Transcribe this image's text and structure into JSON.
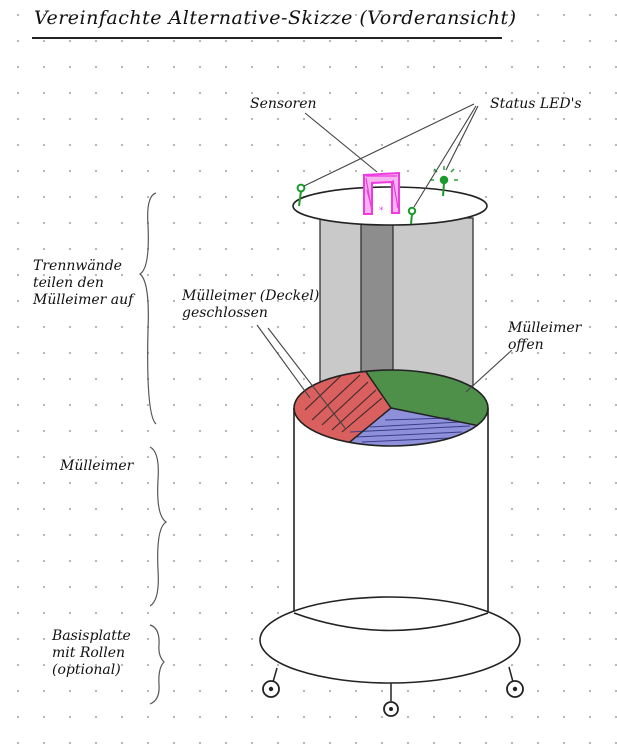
{
  "title": "Vereinfachte Alternative-Skizze (Vorderansicht)",
  "labels": {
    "sensoren": "Sensoren",
    "status_leds": "Status LED's",
    "trennwaende": "Trennwände\nteilen den\nMülleimer auf",
    "muelleimer_geschlossen": "Mülleimer (Deckel)\ngeschlossen",
    "muelleimer_offen": "Mülleimer\noffen",
    "muelleimer": "Mülleimer",
    "basisplatte": "Basisplatte\nmit Rollen\n(optional)"
  },
  "colors": {
    "compartment_red": "#d9605f",
    "compartment_green": "#4e8f4a",
    "compartment_blue": "#8e90da",
    "divider_light": "#c9c9c9",
    "divider_dark": "#8d8d8d",
    "sensor": "#ee3be0",
    "led": "#1d9a2d"
  }
}
